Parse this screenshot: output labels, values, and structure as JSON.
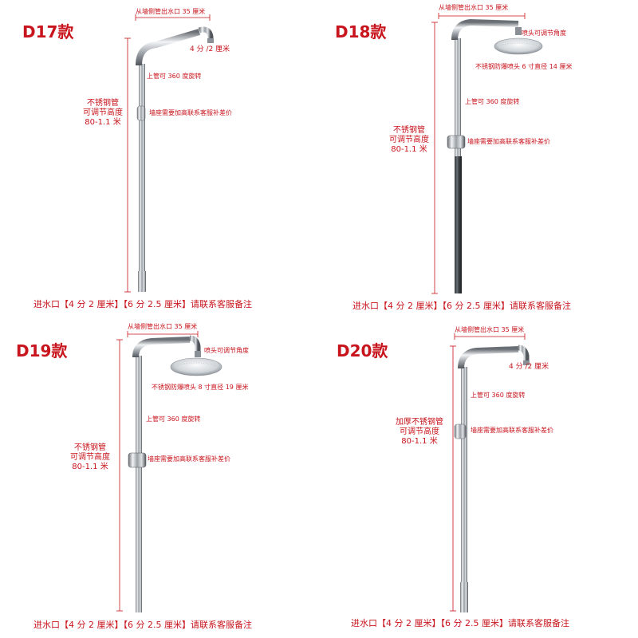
{
  "colors": {
    "accent": "#c8141c",
    "pipe_dark": "#4a4f55",
    "pipe_light": "#e8ebee"
  },
  "panels": [
    {
      "id": "D17",
      "model": "D17款",
      "top_dim": "从墙侧管出水口 35 厘米",
      "fitting": "4 分 /2 厘米",
      "rotate": "上管可 360 度旋转",
      "seat": "墙座需要加高联系客服补差价",
      "side": [
        "不锈钢管",
        "可调节高度",
        "80-1.1 米"
      ],
      "bottom": "进水口【4 分 2 厘米】【6 分 2.5 厘米】请联系客服备注"
    },
    {
      "id": "D18",
      "model": "D18款",
      "top_dim": "从墙侧管出水口 35 厘米",
      "angle": "喷头可调节角度",
      "head": "不锈钢防爆喷头 6 寸直径 14 厘米",
      "rotate": "上管可 360 度旋转",
      "seat": "墙座需要加高联系客服补差价",
      "side": [
        "不锈钢管",
        "可调节高度",
        "80-1.1 米"
      ],
      "bottom": "进水口【4 分 2 厘米】【6 分 2.5 厘米】请联系客服备注"
    },
    {
      "id": "D19",
      "model": "D19款",
      "top_dim": "从墙侧管出水口 35 厘米",
      "angle": "喷头可调节角度",
      "head": "不锈钢防爆喷头 8 寸直径 19 厘米",
      "rotate": "上管可 360 度旋转",
      "seat": "墙座需要加高联系客服补差价",
      "side": [
        "不锈钢管",
        "可调节高度",
        "80-1.1 米"
      ],
      "bottom": "进水口【4 分 2 厘米】【6 分 2.5 厘米】请联系客服备注"
    },
    {
      "id": "D20",
      "model": "D20款",
      "top_dim": "从墙侧管出水口 35 厘米",
      "fitting": "4 分 /2 厘米",
      "rotate": "上管可 360 度旋转",
      "seat": "墙座需要加高联系客服补差价",
      "side": [
        "加厚不锈钢管",
        "可调节高度",
        "80-1.1 米"
      ],
      "bottom": "进水口【4 分 2 厘米】【6 分 2.5 厘米】请联系客服备注"
    }
  ]
}
